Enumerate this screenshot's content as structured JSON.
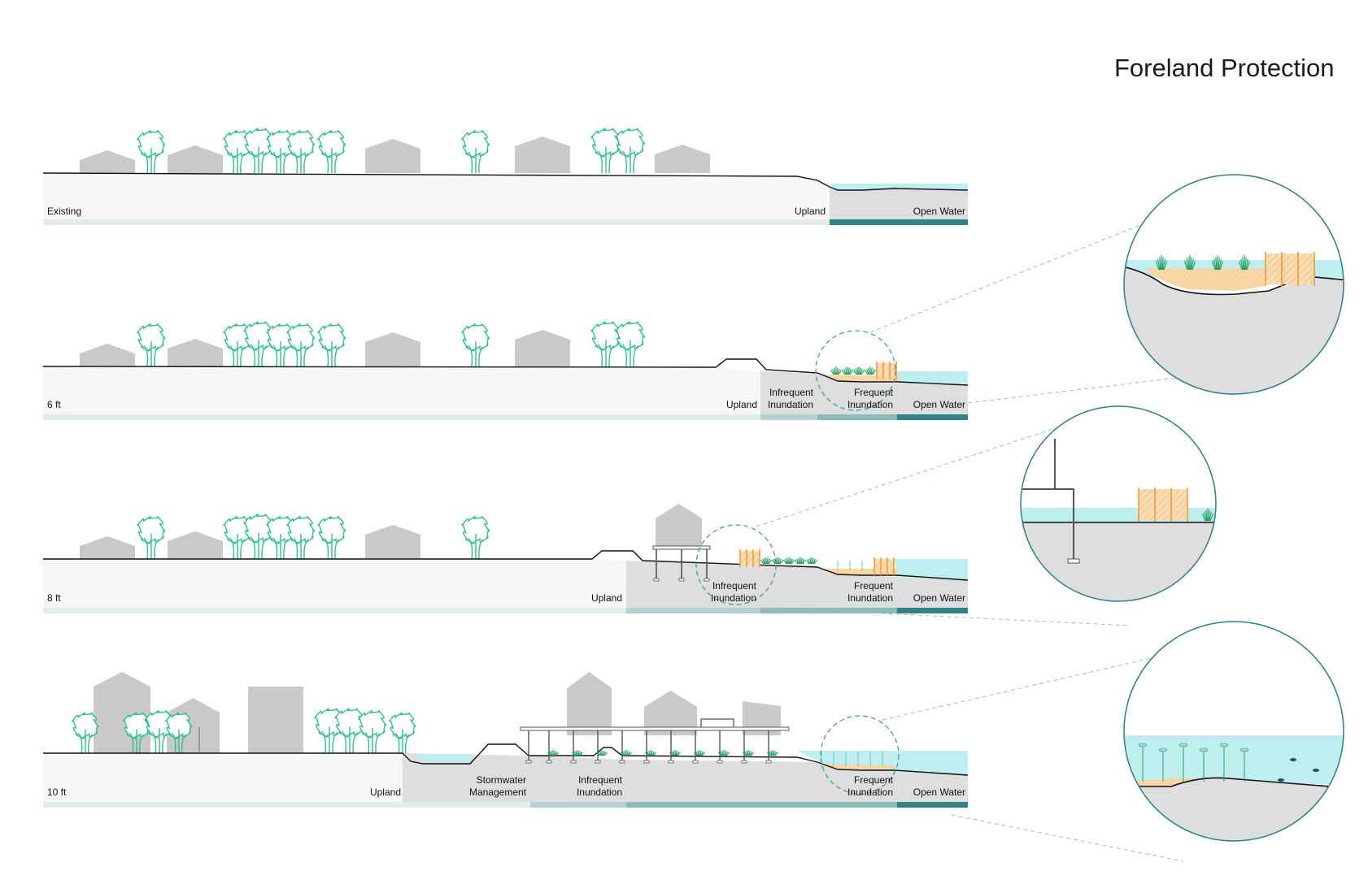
{
  "title": "Foreland Protection",
  "colors": {
    "tree": "#2fbf8a",
    "building": "#c9c9c9",
    "ground_light": "#f7f7f7",
    "ground_grey": "#dedede",
    "water": "#bfeef0",
    "sand": "#f6d3a4",
    "fence": "#f29a3a",
    "band_light": "#e2ecec",
    "band_mid": "#b4d2d1",
    "band_dark": "#8bbcbb",
    "band_deep": "#2f8384",
    "dash_teal": "#4a9b98"
  },
  "sections": [
    {
      "label": "Existing",
      "zones": [
        {
          "label": [
            "Upland"
          ]
        },
        {
          "label": [
            "Open Water"
          ]
        }
      ]
    },
    {
      "label": "6 ft",
      "zones": [
        {
          "label": [
            "Upland"
          ]
        },
        {
          "label": [
            "Infrequent",
            "Inundation"
          ]
        },
        {
          "label": [
            "Frequent",
            "Inundation"
          ]
        },
        {
          "label": [
            "Open Water"
          ]
        }
      ]
    },
    {
      "label": "8 ft",
      "zones": [
        {
          "label": [
            "Upland"
          ]
        },
        {
          "label": [
            "Infrequent",
            "Inundation"
          ]
        },
        {
          "label": [
            "Frequent",
            "Inundation"
          ]
        },
        {
          "label": [
            "Open Water"
          ]
        }
      ]
    },
    {
      "label": "10 ft",
      "zones": [
        {
          "label": [
            "Upland"
          ]
        },
        {
          "label": [
            "Stormwater",
            "Management"
          ]
        },
        {
          "label": [
            "Infrequent",
            "Inundation"
          ]
        },
        {
          "label": [
            "Frequent",
            "Inundation"
          ]
        },
        {
          "label": [
            "Open Water"
          ]
        }
      ]
    }
  ]
}
